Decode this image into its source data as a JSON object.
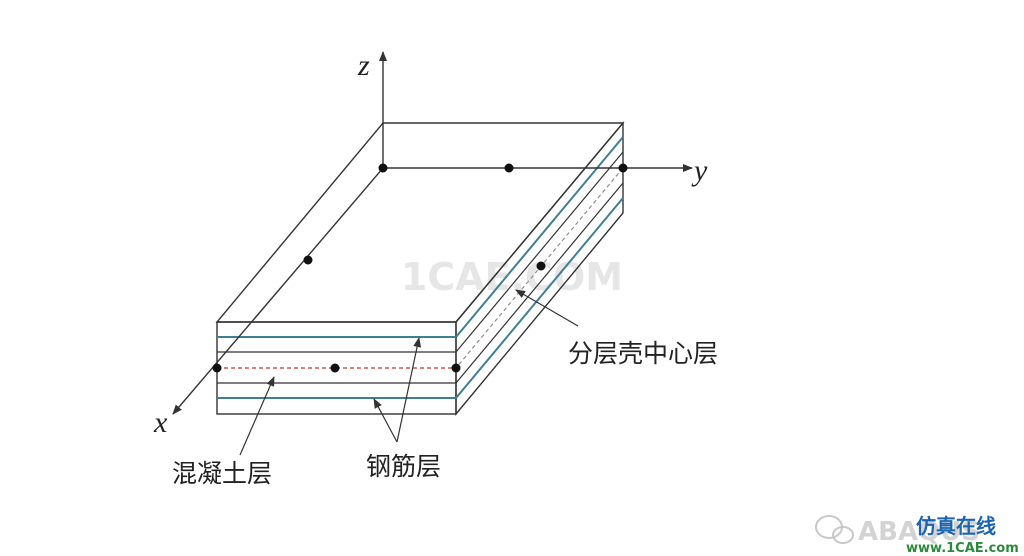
{
  "axes": {
    "z": "z",
    "y": "y",
    "x": "x"
  },
  "labels": {
    "center_layer": "分层壳中心层",
    "concrete_layer": "混凝土层",
    "rebar_layer": "钢筋层"
  },
  "watermark": {
    "center": "1CAE.COM",
    "abaqus": "ABAQUS",
    "site_cn": "仿真在线",
    "site_url": "www.1CAE.com"
  },
  "colors": {
    "line": "#333333",
    "rebar": "#3f7f95",
    "center_dash": "#c0392b",
    "center_dash_side": "#8f8f8f",
    "site_cn": "#1a64b4",
    "site_url": "#2a8a3a"
  }
}
